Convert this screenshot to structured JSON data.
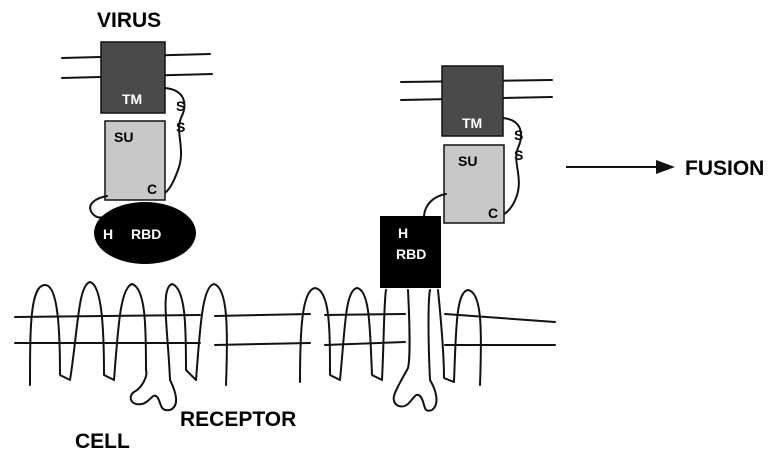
{
  "labels": {
    "virus": "VIRUS",
    "fusion": "FUSION",
    "receptor": "RECEPTOR",
    "cell": "CELL"
  },
  "left_complex": {
    "tm": "TM",
    "su": "SU",
    "c": "C",
    "h": "H",
    "rbd": "RBD",
    "s1": "S",
    "s2": "S"
  },
  "right_complex": {
    "tm": "TM",
    "su": "SU",
    "c": "C",
    "h": "H",
    "rbd": "RBD",
    "s1": "S",
    "s2": "S"
  },
  "colors": {
    "tm": "#4a4a4a",
    "su": "#c8c8c8",
    "rbd": "#000000",
    "line": "#111111"
  }
}
